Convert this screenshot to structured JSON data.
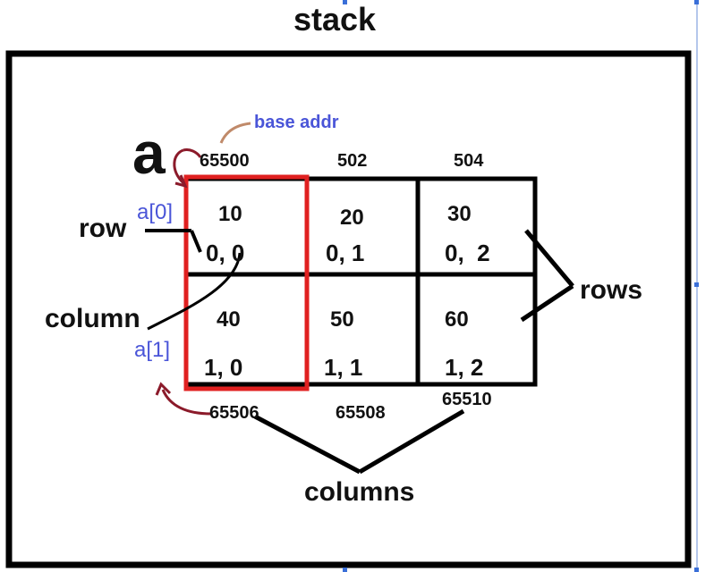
{
  "diagram": {
    "title": "stack",
    "array_name": "a",
    "base_label": "base addr",
    "row_label": "row",
    "column_label": "column",
    "rows_label": "rows",
    "columns_label": "columns",
    "row_refs": [
      "a[0]",
      "a[1]"
    ],
    "top_addresses": [
      "65500",
      "502",
      "504"
    ],
    "bottom_addresses": [
      "65506",
      "65508",
      "65510"
    ],
    "cells": [
      [
        {
          "value": "10",
          "index": "0, 0"
        },
        {
          "value": "20",
          "index": "0, 1"
        },
        {
          "value": "30",
          "index": "0,  2"
        }
      ],
      [
        {
          "value": "40",
          "index": "1, 0"
        },
        {
          "value": "50",
          "index": "1, 1"
        },
        {
          "value": "60",
          "index": "1, 2"
        }
      ]
    ],
    "colors": {
      "frame": "#000000",
      "highlight": "#e02020",
      "arrow": "#8b1a2a",
      "base_arrow": "#c08a6a",
      "ref_text": "#4a55d8"
    }
  }
}
